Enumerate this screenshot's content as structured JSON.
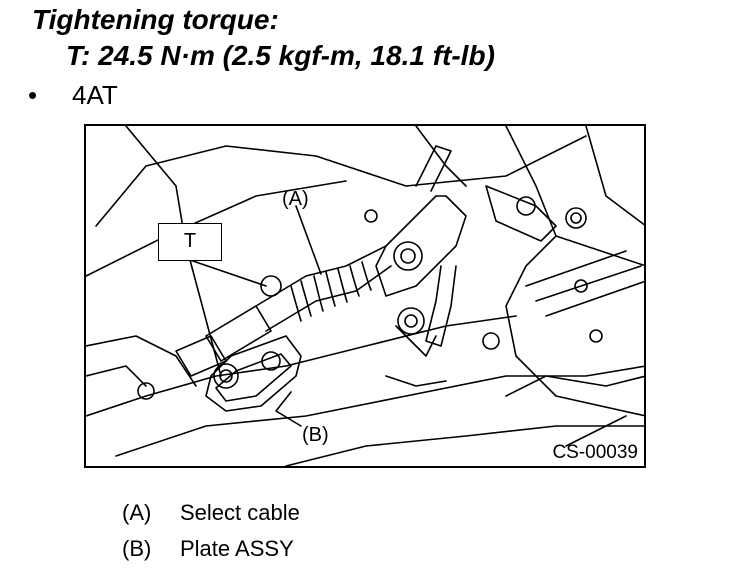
{
  "heading": "Tightening torque:",
  "torque": "T: 24.5 N·m (2.5 kgf-m, 18.1 ft-lb)",
  "bullet": {
    "symbol": "•",
    "text": "4AT"
  },
  "figure": {
    "callout_T": "T",
    "label_A": "(A)",
    "label_B": "(B)",
    "code": "CS-00039"
  },
  "legend": [
    {
      "key": "(A)",
      "text": "Select cable"
    },
    {
      "key": "(B)",
      "text": "Plate ASSY"
    }
  ]
}
